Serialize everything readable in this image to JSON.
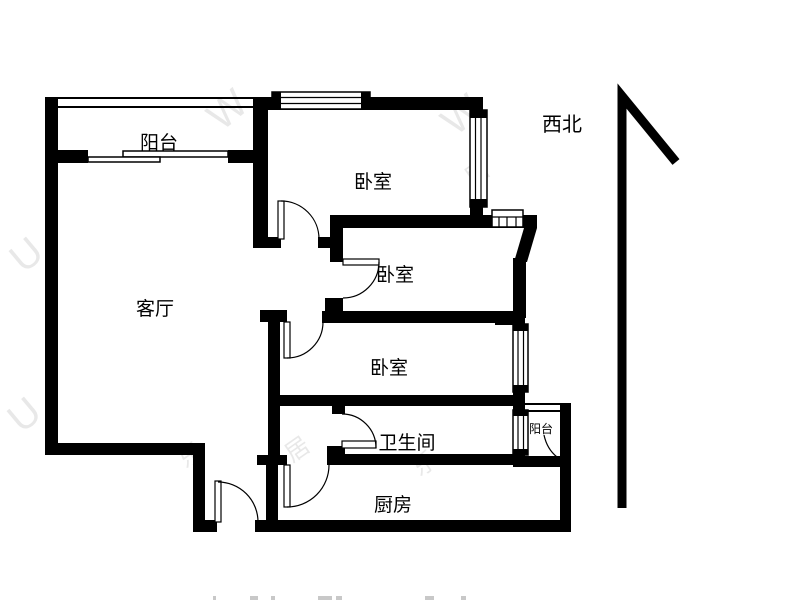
{
  "compass": {
    "label": "西北"
  },
  "rooms": {
    "balcony_top": {
      "label": "阳台"
    },
    "bedroom_top": {
      "label": "卧室"
    },
    "bedroom_middle": {
      "label": "卧室"
    },
    "bedroom_lower": {
      "label": "卧室"
    },
    "living_room": {
      "label": "客厅"
    },
    "bathroom": {
      "label": "卫生间"
    },
    "kitchen": {
      "label": "厨房"
    },
    "balcony_small": {
      "label": "阳台"
    }
  },
  "colors": {
    "wall": "#000000",
    "background": "#ffffff",
    "watermark": "#777777"
  },
  "watermarks": [
    "W",
    "W",
    "U",
    "U",
    "乐",
    "居",
    "乐",
    "居"
  ]
}
